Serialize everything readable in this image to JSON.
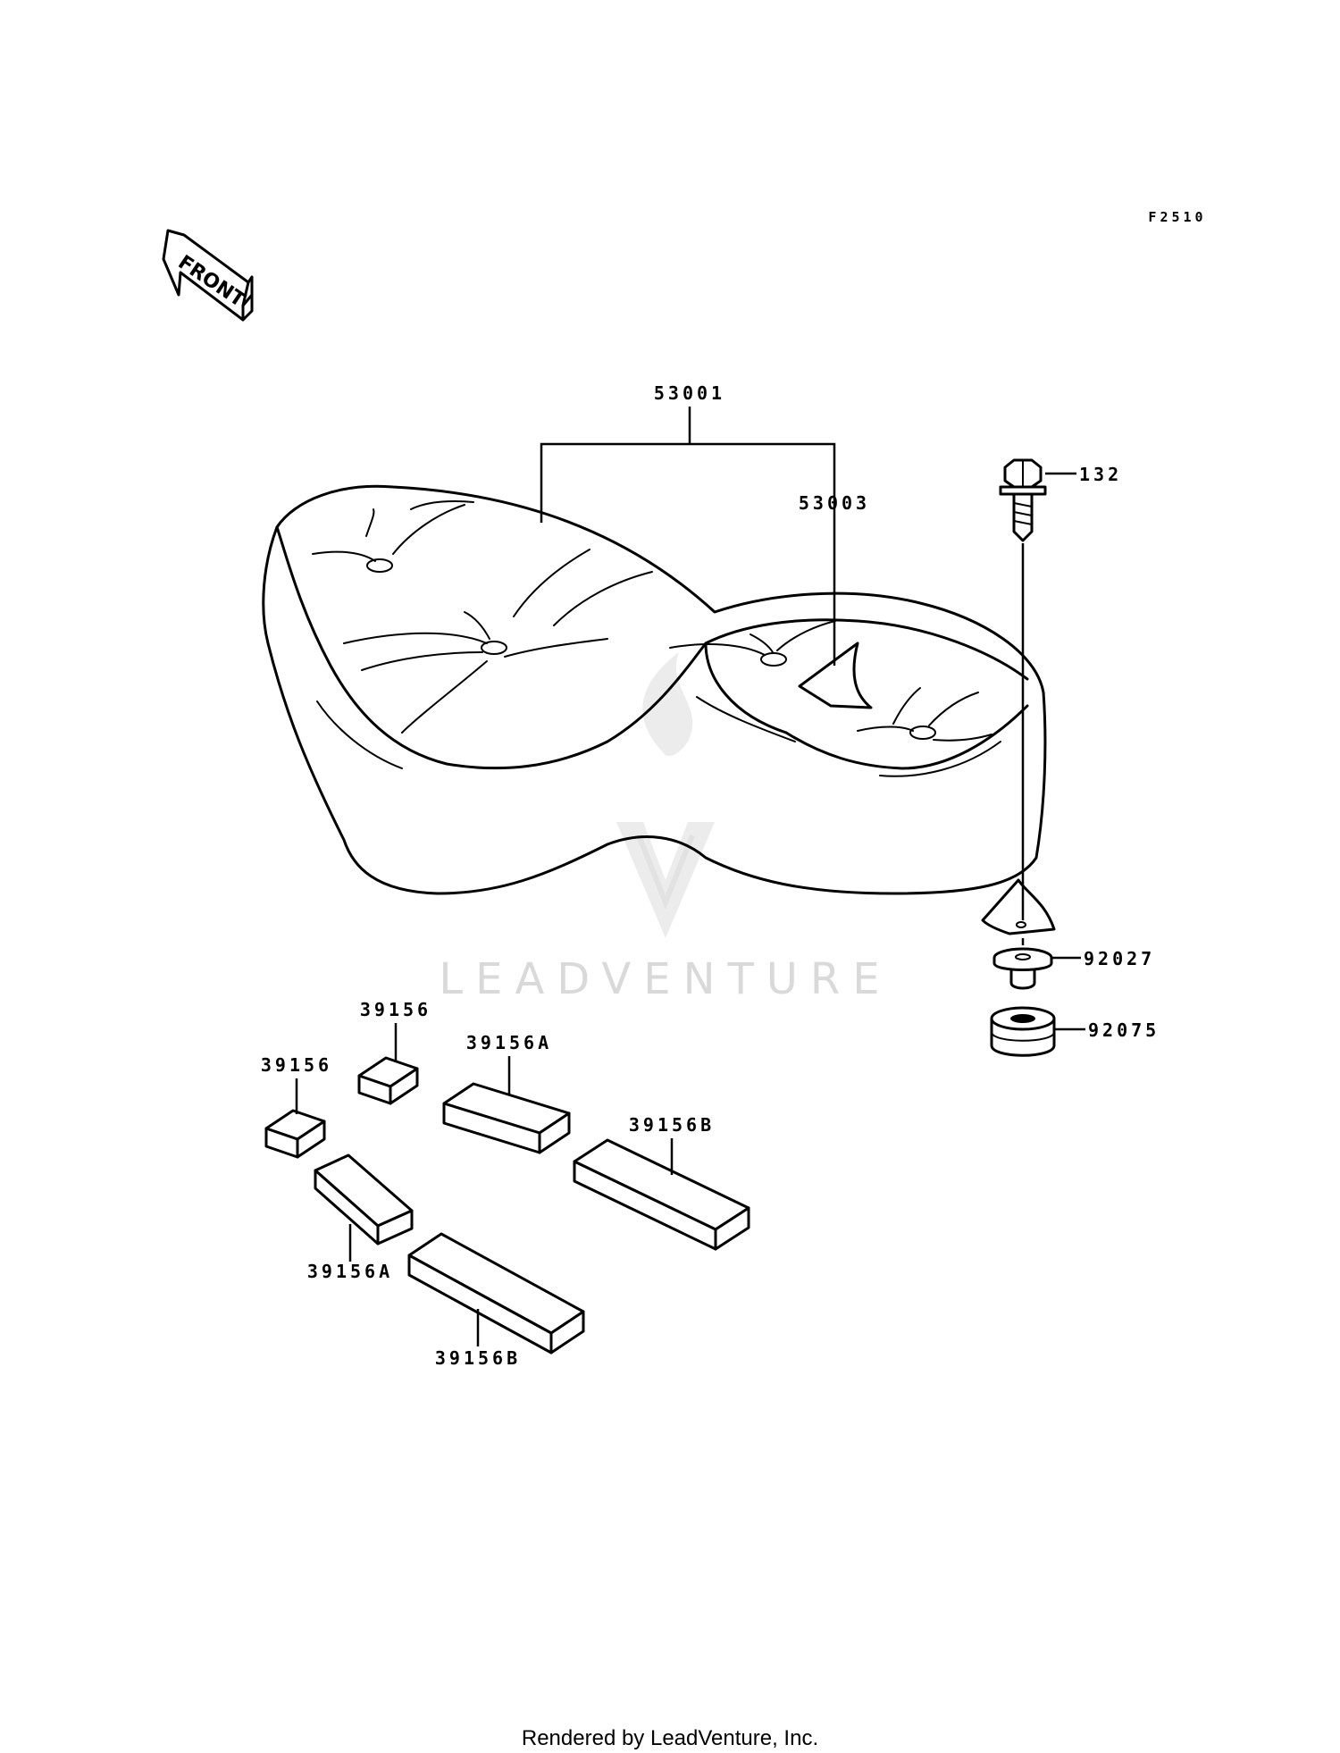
{
  "diagram_code": "F2510",
  "front_arrow": {
    "text": "FRONT",
    "icon": "front-direction-arrow-icon"
  },
  "parts": {
    "seat_assy": "53001",
    "seat_sub": "53003",
    "bolt": "132",
    "collar": "92027",
    "damper": "92075",
    "pad_a": "39156",
    "pad_b": "39156",
    "pad_c": "39156A",
    "pad_d": "39156A",
    "pad_e": "39156B",
    "pad_f": "39156B"
  },
  "watermark": {
    "text": "LEADVENTURE",
    "icon": "leadventure-logo-icon",
    "color": "#d9d9d9"
  },
  "footer": {
    "text": "Rendered by LeadVenture, Inc."
  }
}
